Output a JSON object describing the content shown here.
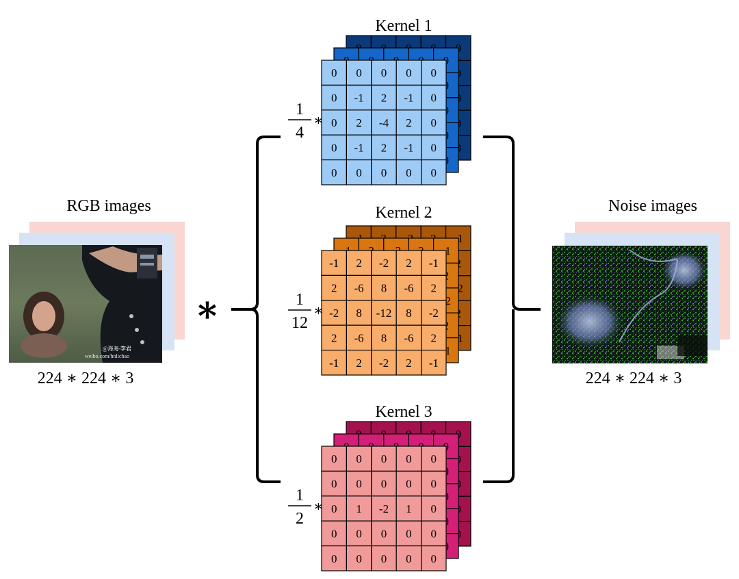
{
  "input": {
    "title": "RGB images",
    "dims": "224 ∗ 224 ∗ 3",
    "watermark_line1": "@海海-李君",
    "watermark_line2": "weibo.com/hnlichao"
  },
  "operator": "∗",
  "output": {
    "title": "Noise images",
    "dims": "224 ∗ 224 ∗ 3"
  },
  "kernels": [
    {
      "title": "Kernel 1",
      "scale_num": "1",
      "scale_den": "4",
      "star": "∗",
      "colors": {
        "front": "#9ecbf6",
        "mid": "#1467c9",
        "back": "#0c3a78"
      },
      "matrix": [
        [
          "0",
          "0",
          "0",
          "0",
          "0"
        ],
        [
          "0",
          "-1",
          "2",
          "-1",
          "0"
        ],
        [
          "0",
          "2",
          "-4",
          "2",
          "0"
        ],
        [
          "0",
          "-1",
          "2",
          "-1",
          "0"
        ],
        [
          "0",
          "0",
          "0",
          "0",
          "0"
        ]
      ]
    },
    {
      "title": "Kernel 2",
      "scale_num": "1",
      "scale_den": "12",
      "star": "∗",
      "colors": {
        "front": "#f9ad6b",
        "mid": "#d9760f",
        "back": "#a9570b"
      },
      "matrix": [
        [
          "-1",
          "2",
          "-2",
          "2",
          "-1"
        ],
        [
          "2",
          "-6",
          "8",
          "-6",
          "2"
        ],
        [
          "-2",
          "8",
          "-12",
          "8",
          "-2"
        ],
        [
          "2",
          "-6",
          "8",
          "-6",
          "2"
        ],
        [
          "-1",
          "2",
          "-2",
          "2",
          "-1"
        ]
      ]
    },
    {
      "title": "Kernel 3",
      "scale_num": "1",
      "scale_den": "2",
      "star": "∗",
      "colors": {
        "front": "#f19a9a",
        "mid": "#d41f79",
        "back": "#a3124e"
      },
      "matrix": [
        [
          "0",
          "0",
          "0",
          "0",
          "0"
        ],
        [
          "0",
          "0",
          "0",
          "0",
          "0"
        ],
        [
          "0",
          "1",
          "-2",
          "1",
          "0"
        ],
        [
          "0",
          "0",
          "0",
          "0",
          "0"
        ],
        [
          "0",
          "0",
          "0",
          "0",
          "0"
        ]
      ]
    }
  ]
}
